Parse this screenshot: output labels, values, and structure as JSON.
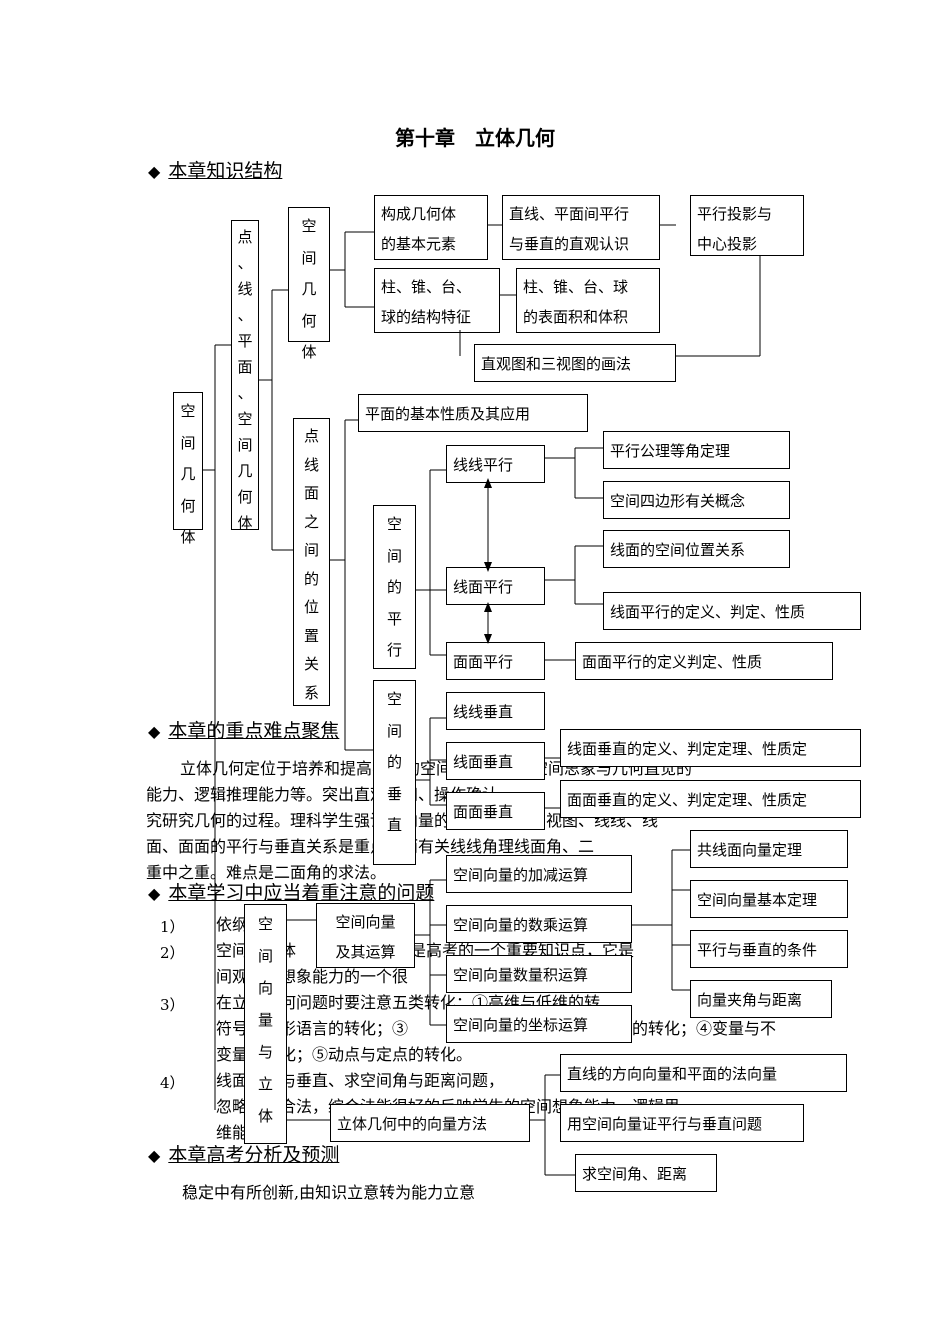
{
  "title": "第十章　立体几何",
  "sections": {
    "s1": "本章知识结构",
    "s2": "本章的重点难点聚焦",
    "s3": "本章学习中应当着重注意的问题",
    "s4": "本章高考分析及预测"
  },
  "diamond": "◆",
  "focus_text": [
    "立体几何定位于培养和提高学生的空间想象能力、空间思象与几何直觉的",
    "能力、逻辑推理能力等。突出直观感知、操作确认",
    "究研究几何的过程。理科学生强调了向量的作用。考查三视图、线线、线",
    "面、面面的平行与垂直关系是重点，而有关线线角理线面角、二",
    "重中之重。难点是二面角的求法。"
  ],
  "notes": [
    {
      "num": "1）",
      "lines": [
        "依纲",
        "..."
      ]
    },
    {
      "num": "2）",
      "lines": [
        "空间几何体",
        "是高考的一个重要知识点，它是",
        "间观察和想象能力的一个很"
      ]
    },
    {
      "num": "3）",
      "lines": [
        "在立体几何问题时要注意五类转化：①高维与低维的转",
        "符号与图形语言的转化；③",
        "的转化；④变量与不",
        "变量的转化；⑤动点与定点的转化。"
      ]
    },
    {
      "num": "4）",
      "lines": [
        "线面平行与垂直、求空间角与距离问题，",
        "忽略了综合法，综合法能很好的反映学生的空间想象能力、逻辑思",
        "维能"
      ]
    }
  ],
  "forecast": "稳定中有所创新,由知识立意转为能力立意",
  "diagram": {
    "root": [
      "空",
      "间",
      "几",
      "何",
      "体"
    ],
    "level1": [
      "点",
      "、",
      "线",
      "、",
      "平",
      "面",
      "、",
      "空",
      "间",
      "几",
      "何",
      "体"
    ],
    "kongjian": [
      "空",
      "间",
      "几",
      "何",
      "体"
    ],
    "b1": [
      "构成几何体",
      "的基本元素"
    ],
    "b2": [
      "直线、平面间平行",
      "与垂直的直观认识"
    ],
    "b3": [
      "平行投影与",
      "中心投影"
    ],
    "b4": [
      "柱、锥、台、",
      "球的结构特征"
    ],
    "b5": [
      "柱、锥、台、球",
      "的表面积和体积"
    ],
    "b6": "直观图和三视图的画法",
    "position": [
      "点",
      "线",
      "面",
      "之",
      "间",
      "的",
      "位",
      "置",
      "关",
      "系"
    ],
    "plane_basic": "平面的基本性质及其应用",
    "parallel": [
      "空",
      "间",
      "的",
      "平",
      "行"
    ],
    "xx_parallel": "线线平行",
    "xm_parallel": "线面平行",
    "mm_parallel": "面面平行",
    "p1": "平行公理等角定理",
    "p2": "空间四边形有关概念",
    "p3": "线面的空间位置关系",
    "p4": "线面平行的定义、判定、性质",
    "p5": "面面平行的定义判定、性质",
    "perp": [
      "空",
      "间",
      "的",
      "垂",
      "直"
    ],
    "xx_perp": "线线垂直",
    "xm_perp": "线面垂直",
    "mm_perp": "面面垂直",
    "q1": "线面垂直的定义、判定定理、性质定",
    "q2": "面面垂直的定义、判定定理、性质定",
    "vector": [
      "空",
      "间",
      "向",
      "量",
      "与",
      "立",
      "体"
    ],
    "vec_box": [
      "空间向量",
      "及其运算"
    ],
    "v1": "空间向量的加减运算",
    "v2": "空间向量的数乘运算",
    "v3": "空间向量数量积运算",
    "v4": "空间向量的坐标运算",
    "r1": "共线面向量定理",
    "r2": "空间向量基本定理",
    "r3": "平行与垂直的条件",
    "r4": "向量夹角与距离",
    "method": "立体几何中的向量方法",
    "m1": "直线的方向向量和平面的法向量",
    "m2": "用空间向量证平行与垂直问题",
    "m3": "求空间角、距离"
  }
}
